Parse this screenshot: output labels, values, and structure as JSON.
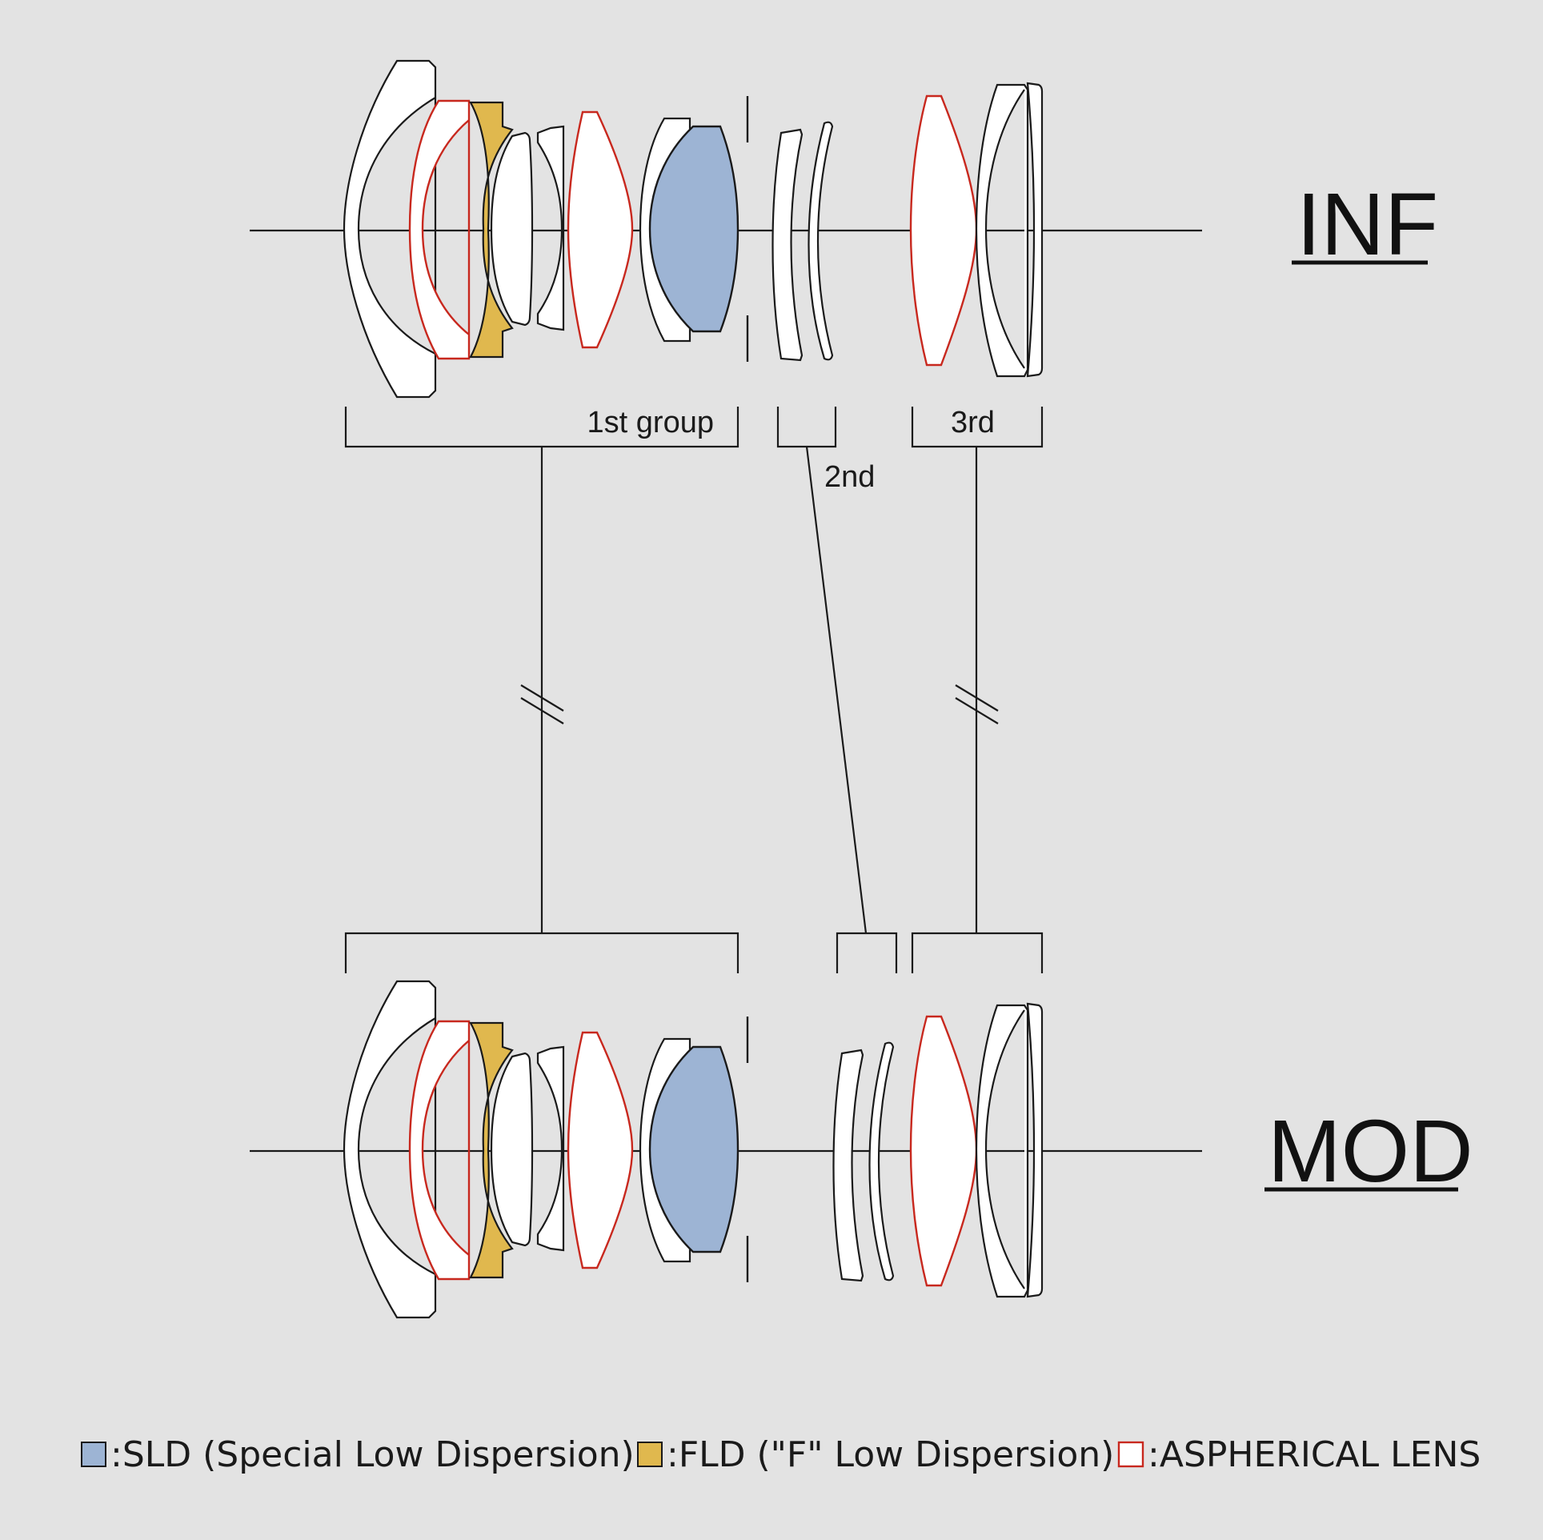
{
  "colors": {
    "background": "#e3e3e3",
    "outline": "#1a1a1a",
    "sld": "#9db4d4",
    "fld": "#e0b84e",
    "aspherical": "#c8281e",
    "glass": "#ffffff"
  },
  "states": {
    "infinity": "INF",
    "minimum_focus": "MOD"
  },
  "groups": {
    "first": "1st group",
    "second": "2nd",
    "third": "3rd"
  },
  "legend": [
    {
      "swatch": "sld",
      "label": ":SLD (Special Low Dispersion)"
    },
    {
      "swatch": "fld",
      "label": ":FLD (\"F\" Low Dispersion)"
    },
    {
      "swatch": "aspherical",
      "label": ":ASPHERICAL LENS"
    }
  ]
}
